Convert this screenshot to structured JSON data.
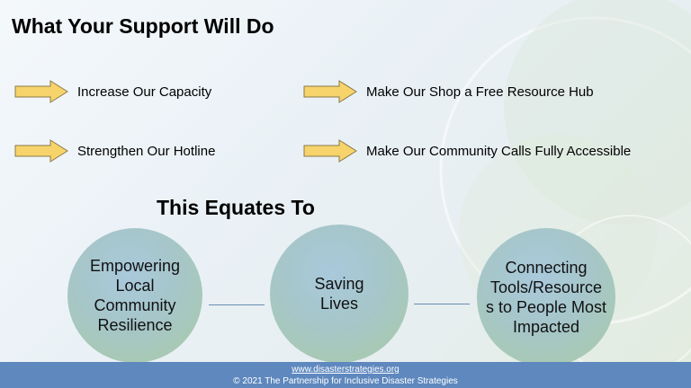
{
  "slide": {
    "title": "What Your Support Will Do",
    "subtitle": "This Equates To",
    "bullets": [
      {
        "text": "Increase Our Capacity",
        "icon": "right-arrow-icon"
      },
      {
        "text": "Make Our Shop a Free Resource Hub",
        "icon": "right-arrow-icon"
      },
      {
        "text": "Strengthen Our Hotline",
        "icon": "right-arrow-icon"
      },
      {
        "text": "Make Our Community Calls Fully Accessible",
        "icon": "right-arrow-icon"
      }
    ],
    "circles": [
      {
        "lines": [
          "Empowering",
          "Local",
          "Community",
          "Resilience"
        ]
      },
      {
        "lines": [
          "Saving",
          "Lives"
        ]
      },
      {
        "lines": [
          "Connecting",
          "Tools/Resource",
          "s to People Most",
          "Impacted"
        ]
      }
    ]
  },
  "footer": {
    "url": "www.disasterstrategies.org",
    "copyright": "© 2021 The Partnership for Inclusive Disaster Strategies"
  },
  "colors": {
    "arrow_fill": "#f7d36b",
    "arrow_stroke": "#8a7a4a",
    "footer_bg": "#5e88be",
    "circle_blue": "#a9c9dc",
    "circle_green": "#a9cba5",
    "connector": "#6a8cb0"
  }
}
